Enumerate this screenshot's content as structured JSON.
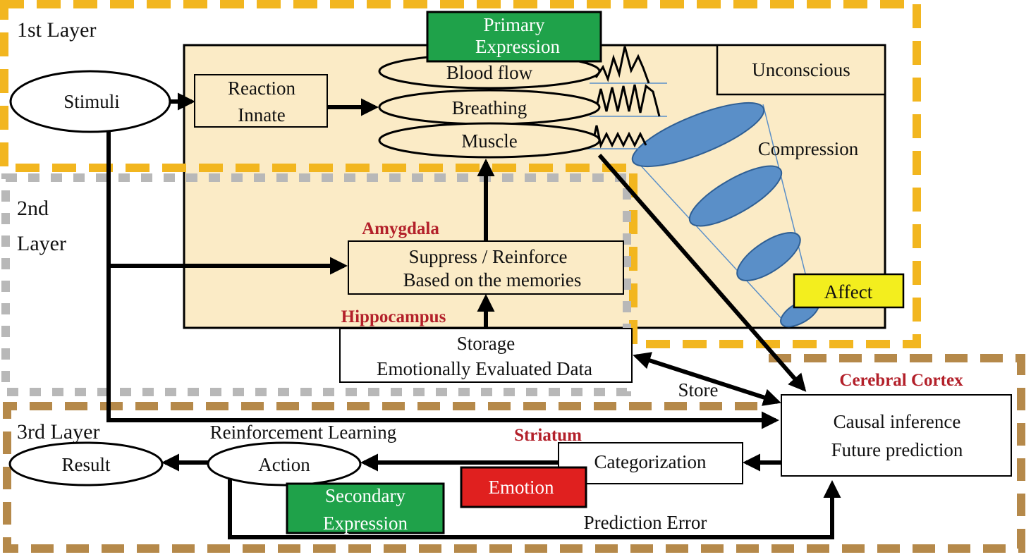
{
  "layers": {
    "first": "1st Layer",
    "second_line1": "2nd",
    "second_line2": "Layer",
    "third": "3rd Layer"
  },
  "nodes": {
    "primary_expression": {
      "line1": "Primary",
      "line2": "Expression"
    },
    "stimuli": "Stimuli",
    "reaction_innate": {
      "line1": "Reaction",
      "line2": "Innate"
    },
    "blood_flow": "Blood flow",
    "breathing": "Breathing",
    "muscle": "Muscle",
    "unconscious": "Unconscious",
    "compression": "Compression",
    "amygdala": "Amygdala",
    "suppress_reinforce": {
      "line1": "Suppress / Reinforce",
      "line2": "Based on the memories"
    },
    "affect": "Affect",
    "hippocampus": "Hippocampus",
    "storage": {
      "line1": "Storage",
      "line2": "Emotionally Evaluated  Data"
    },
    "store": "Store",
    "cerebral_cortex": "Cerebral Cortex",
    "causal_inference": {
      "line1": "Causal inference",
      "line2": "Future prediction"
    },
    "reinforcement_learning": "Reinforcement Learning",
    "striatum": "Striatum",
    "result": "Result",
    "action": "Action",
    "categorization": "Categorization",
    "emotion": "Emotion",
    "secondary_expression": {
      "line1": "Secondary",
      "line2": "Expression"
    },
    "prediction_error": "Prediction Error"
  },
  "colors": {
    "layer1_border": "#f2b61f",
    "layer2_border": "#b8b8b8",
    "layer3_border": "#b5894a",
    "unconscious_fill": "#fbebc6",
    "green_box": "#1fa24a",
    "red_box": "#e0201f",
    "yellow_box": "#f3ee1e",
    "blue_ellipse": "#5a8fc8",
    "red_label": "#b3202a"
  }
}
